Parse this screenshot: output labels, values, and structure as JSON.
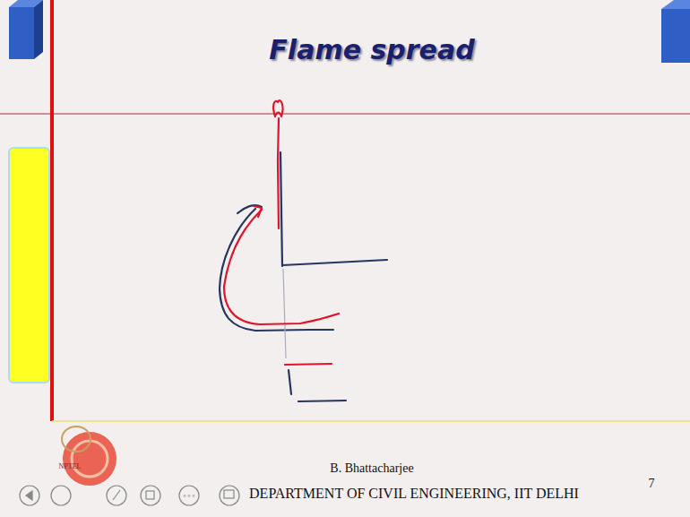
{
  "diagram": {
    "title": "Flame spread",
    "labels": [
      "NPTEL",
      "B. Bhattacharjee",
      "DEPARTMENT OF CIVIL ENGINEERING, IIT DELHI",
      "7"
    ]
  }
}
